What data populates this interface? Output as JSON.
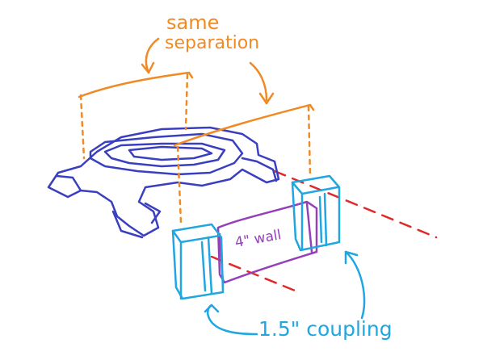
{
  "annotations": {
    "same_line1": "same",
    "same_line2": "separation",
    "wall_label": "4\" wall",
    "coupling_label": "1.5\" coupling"
  },
  "colors": {
    "orange": "#f08a24",
    "blue": "#3a3fc0",
    "cyan": "#20a6e0",
    "purple": "#9540b8",
    "red": "#e02a2a"
  }
}
